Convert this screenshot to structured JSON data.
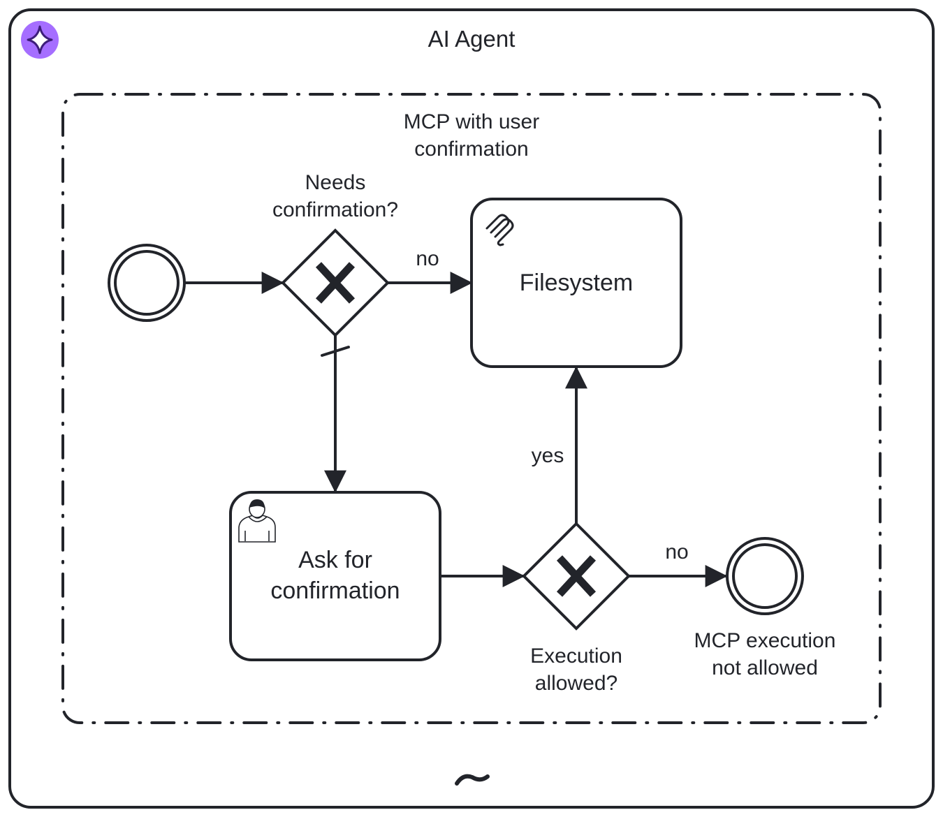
{
  "diagram": {
    "type": "BPMN",
    "colors": {
      "stroke": "#22242a",
      "background": "#ffffff",
      "agent_icon_bg": "#a56eff",
      "agent_icon_stroke": "#3d1d7a"
    },
    "ai_agent": {
      "title": "AI Agent",
      "icon": "sparkle-icon",
      "marker": "ad-hoc-tilde-marker"
    },
    "subprocess": {
      "title": "MCP with user\nconfirmation"
    },
    "start_event": {
      "icon": "start-event-circle"
    },
    "gateway_needs_confirmation": {
      "label": "Needs\nconfirmation?",
      "icon": "exclusive-gateway-x"
    },
    "task_filesystem": {
      "label": "Filesystem",
      "icon": "mcp-icon"
    },
    "task_ask_confirmation": {
      "label": "Ask for\nconfirmation",
      "icon": "user-task-icon"
    },
    "gateway_execution_allowed": {
      "label": "Execution\nallowed?",
      "icon": "exclusive-gateway-x"
    },
    "end_event": {
      "label": "MCP execution\nnot allowed",
      "icon": "end-event-circle"
    },
    "flows": [
      {
        "from": "start_event",
        "to": "gateway_needs_confirmation",
        "label": ""
      },
      {
        "from": "gateway_needs_confirmation",
        "to": "task_filesystem",
        "label": "no"
      },
      {
        "from": "gateway_needs_confirmation",
        "to": "task_ask_confirmation",
        "label": "",
        "default": true
      },
      {
        "from": "task_ask_confirmation",
        "to": "gateway_execution_allowed",
        "label": ""
      },
      {
        "from": "gateway_execution_allowed",
        "to": "task_filesystem",
        "label": "yes"
      },
      {
        "from": "gateway_execution_allowed",
        "to": "end_event",
        "label": "no"
      }
    ]
  }
}
